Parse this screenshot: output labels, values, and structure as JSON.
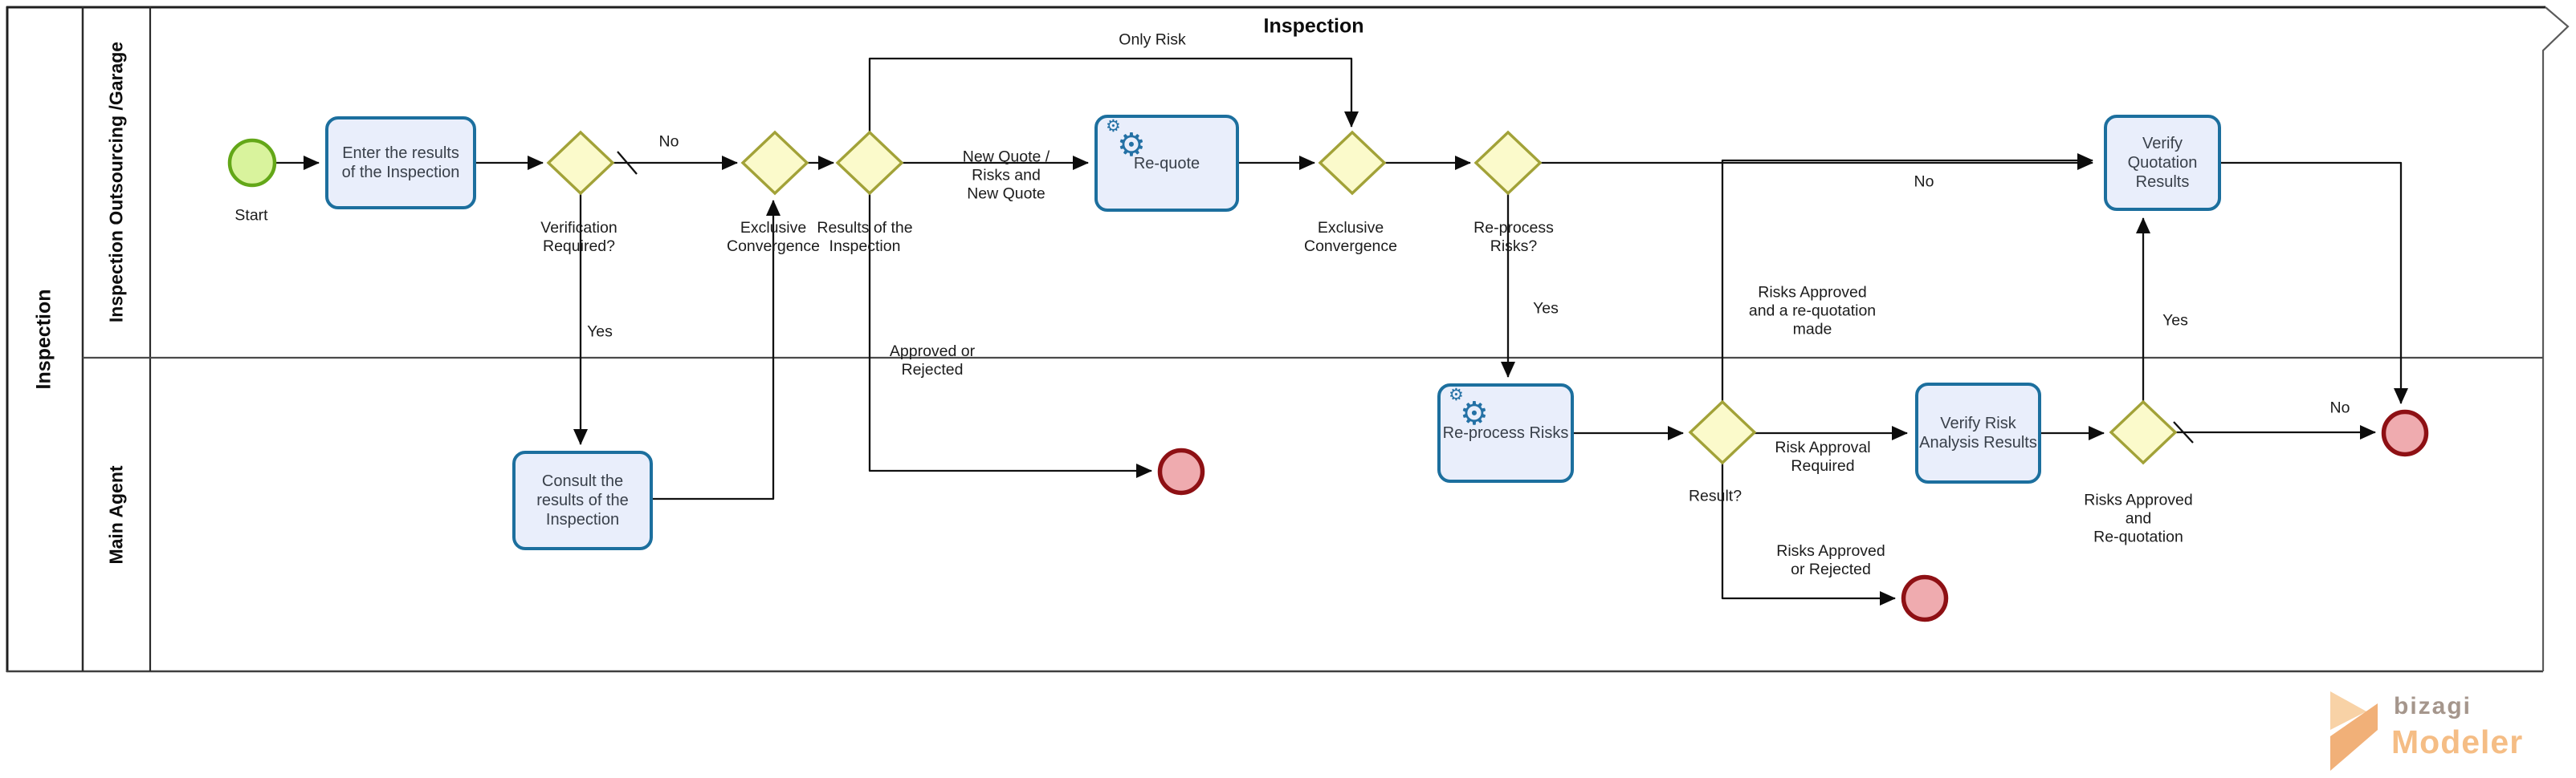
{
  "diagram": {
    "title": "Inspection",
    "brand": {
      "name": "bizagi",
      "product": "Modeler"
    }
  },
  "pool": {
    "name": "Inspection",
    "lanes": [
      {
        "name": "Inspection Outsourcing /Garage"
      },
      {
        "name": "Main Agent"
      }
    ]
  },
  "nodes": {
    "start_event": {
      "label": "Start"
    },
    "enter_results_task": {
      "label": "Enter the results\nof the Inspection"
    },
    "verification_gateway": {
      "label": "Verification\nRequired?"
    },
    "convergence1_gateway": {
      "label": "Exclusive\nConvergence"
    },
    "results_gateway": {
      "label": "Results of the\nInspection"
    },
    "requote_task": {
      "label": "Re-quote"
    },
    "convergence2_gateway": {
      "label": "Exclusive\nConvergence"
    },
    "reprocess_gateway": {
      "label": "Re-process\nRisks?"
    },
    "verify_quotation_task": {
      "label": "Verify Quotation\nResults"
    },
    "consult_results_task": {
      "label": "Consult the\nresults of the\nInspection"
    },
    "reprocess_risks_task": {
      "label": "Re-process Risks"
    },
    "result_gateway": {
      "label": "Result?"
    },
    "verify_risk_task": {
      "label": "Verify Risk\nAnalysis Results"
    },
    "approval_gateway": {
      "label": "Risks Approved\nand\nRe-quotation"
    }
  },
  "flow_labels": {
    "only_risk": "Only Risk",
    "no_verification": "No",
    "yes_verification": "Yes",
    "new_quote": "New Quote /\nRisks and\nNew Quote",
    "approved_or_rejected": "Approved or\nRejected",
    "yes_reprocess": "Yes",
    "no_reprocess": "No",
    "risks_approved_requotation_made": "Risks Approved\nand a re-quotation\nmade",
    "risk_approval_required": "Risk Approval\nRequired",
    "risks_approved_or_rejected": "Risks Approved\nor Rejected",
    "yes_approval": "Yes",
    "no_approval": "No"
  },
  "icons": {
    "service_task": "gear-icon"
  },
  "colors": {
    "task_fill": "#e9eefb",
    "task_border": "#1c6f9e",
    "gateway_fill": "#fbfacb",
    "gateway_border": "#a2a238",
    "start_fill": "#d9f39d",
    "start_border": "#63a718",
    "end_fill": "#efabaf",
    "end_border": "#8e1014",
    "flow_line": "#111111",
    "brand_orange": "#f5bd85",
    "brand_grey": "#a5968c"
  }
}
